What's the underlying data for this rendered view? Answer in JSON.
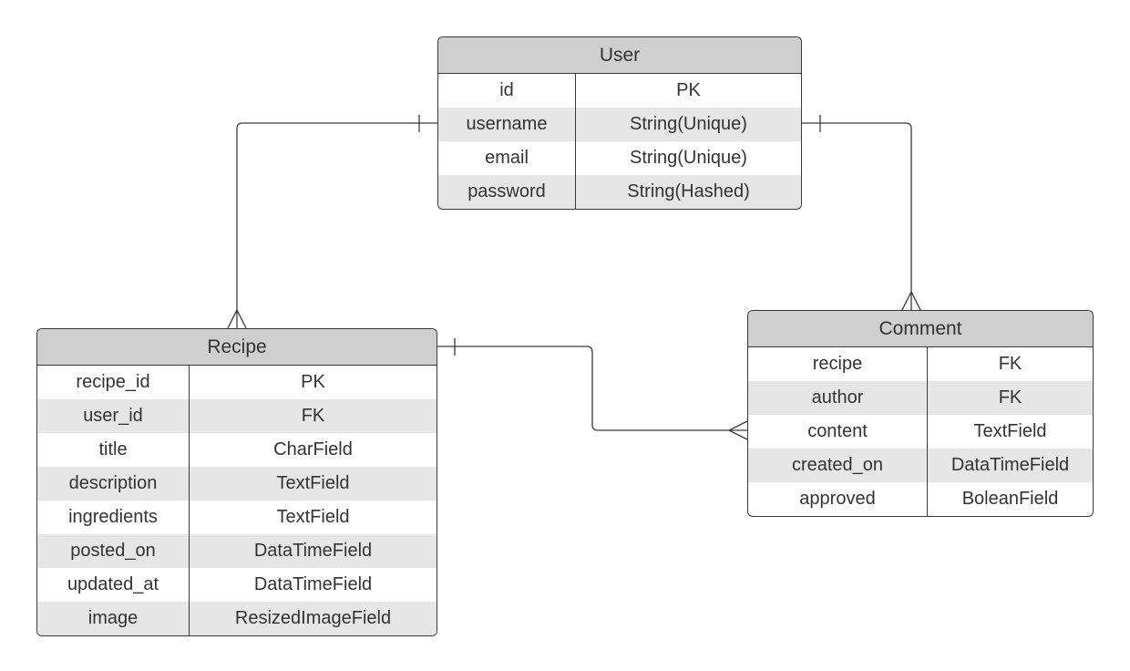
{
  "entities": [
    {
      "id": "user",
      "name": "User",
      "rows": [
        {
          "field": "id",
          "type": "PK"
        },
        {
          "field": "username",
          "type": "String(Unique)"
        },
        {
          "field": "email",
          "type": "String(Unique)"
        },
        {
          "field": "password",
          "type": "String(Hashed)"
        }
      ]
    },
    {
      "id": "recipe",
      "name": "Recipe",
      "rows": [
        {
          "field": "recipe_id",
          "type": "PK"
        },
        {
          "field": "user_id",
          "type": "FK"
        },
        {
          "field": "title",
          "type": "CharField"
        },
        {
          "field": "description",
          "type": "TextField"
        },
        {
          "field": "ingredients",
          "type": "TextField"
        },
        {
          "field": "posted_on",
          "type": "DataTimeField"
        },
        {
          "field": "updated_at",
          "type": "DataTimeField"
        },
        {
          "field": "image",
          "type": "ResizedImageField"
        }
      ]
    },
    {
      "id": "comment",
      "name": "Comment",
      "rows": [
        {
          "field": "recipe",
          "type": "FK"
        },
        {
          "field": "author",
          "type": "FK"
        },
        {
          "field": "content",
          "type": "TextField"
        },
        {
          "field": "created_on",
          "type": "DataTimeField"
        },
        {
          "field": "approved",
          "type": "BoleanField"
        }
      ]
    }
  ],
  "relationships": [
    {
      "from": "user",
      "to": "recipe",
      "from_cardinality": "one",
      "to_cardinality": "many"
    },
    {
      "from": "user",
      "to": "comment",
      "from_cardinality": "one",
      "to_cardinality": "many"
    },
    {
      "from": "recipe",
      "to": "comment",
      "from_cardinality": "one",
      "to_cardinality": "many"
    }
  ]
}
